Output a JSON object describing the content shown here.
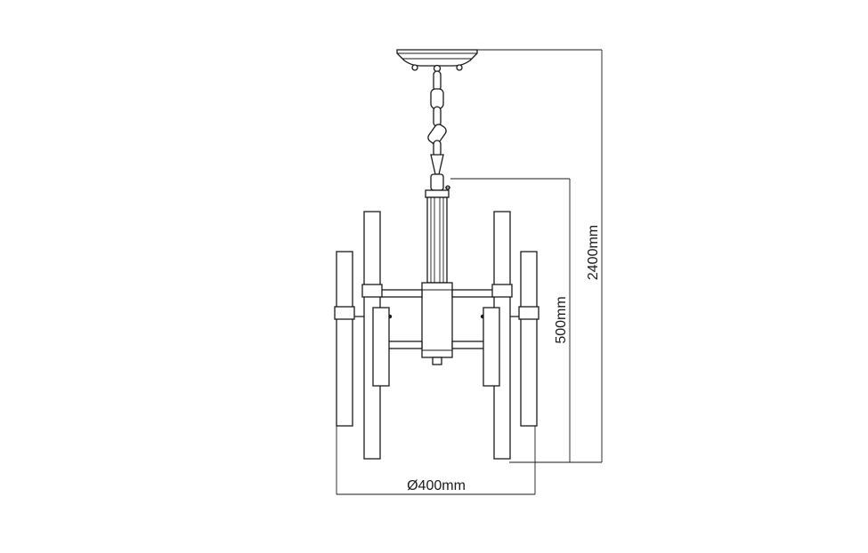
{
  "dimensions": {
    "overall_height": "2400mm",
    "body_height": "500mm",
    "diameter": "Ø400mm"
  }
}
